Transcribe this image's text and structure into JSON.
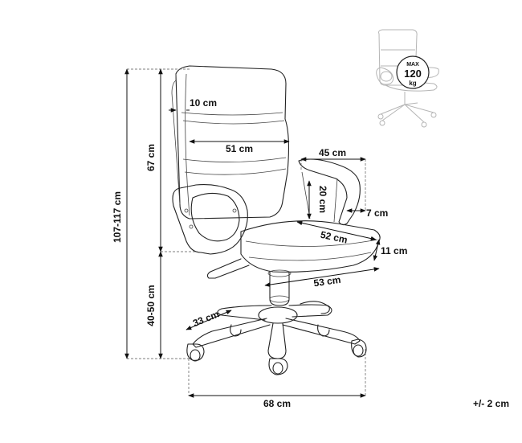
{
  "dimensions": {
    "backrest_thickness": "10 cm",
    "backrest_width": "51 cm",
    "backrest_height": "67 cm",
    "total_height": "107-117 cm",
    "seat_height": "40-50 cm",
    "armrest_depth": "45 cm",
    "armrest_height": "20 cm",
    "armrest_width": "7 cm",
    "seat_width": "52 cm",
    "seat_thickness": "11 cm",
    "seat_depth": "53 cm",
    "caster_radius": "33 cm",
    "base_width": "68 cm"
  },
  "tolerance": "+/- 2 cm",
  "weight_badge": {
    "label": "MAX",
    "value": "120",
    "unit": "kg"
  },
  "colors": {
    "line": "#111111",
    "chair_outline": "#222222",
    "thumbnail": "#b5b5b5"
  }
}
